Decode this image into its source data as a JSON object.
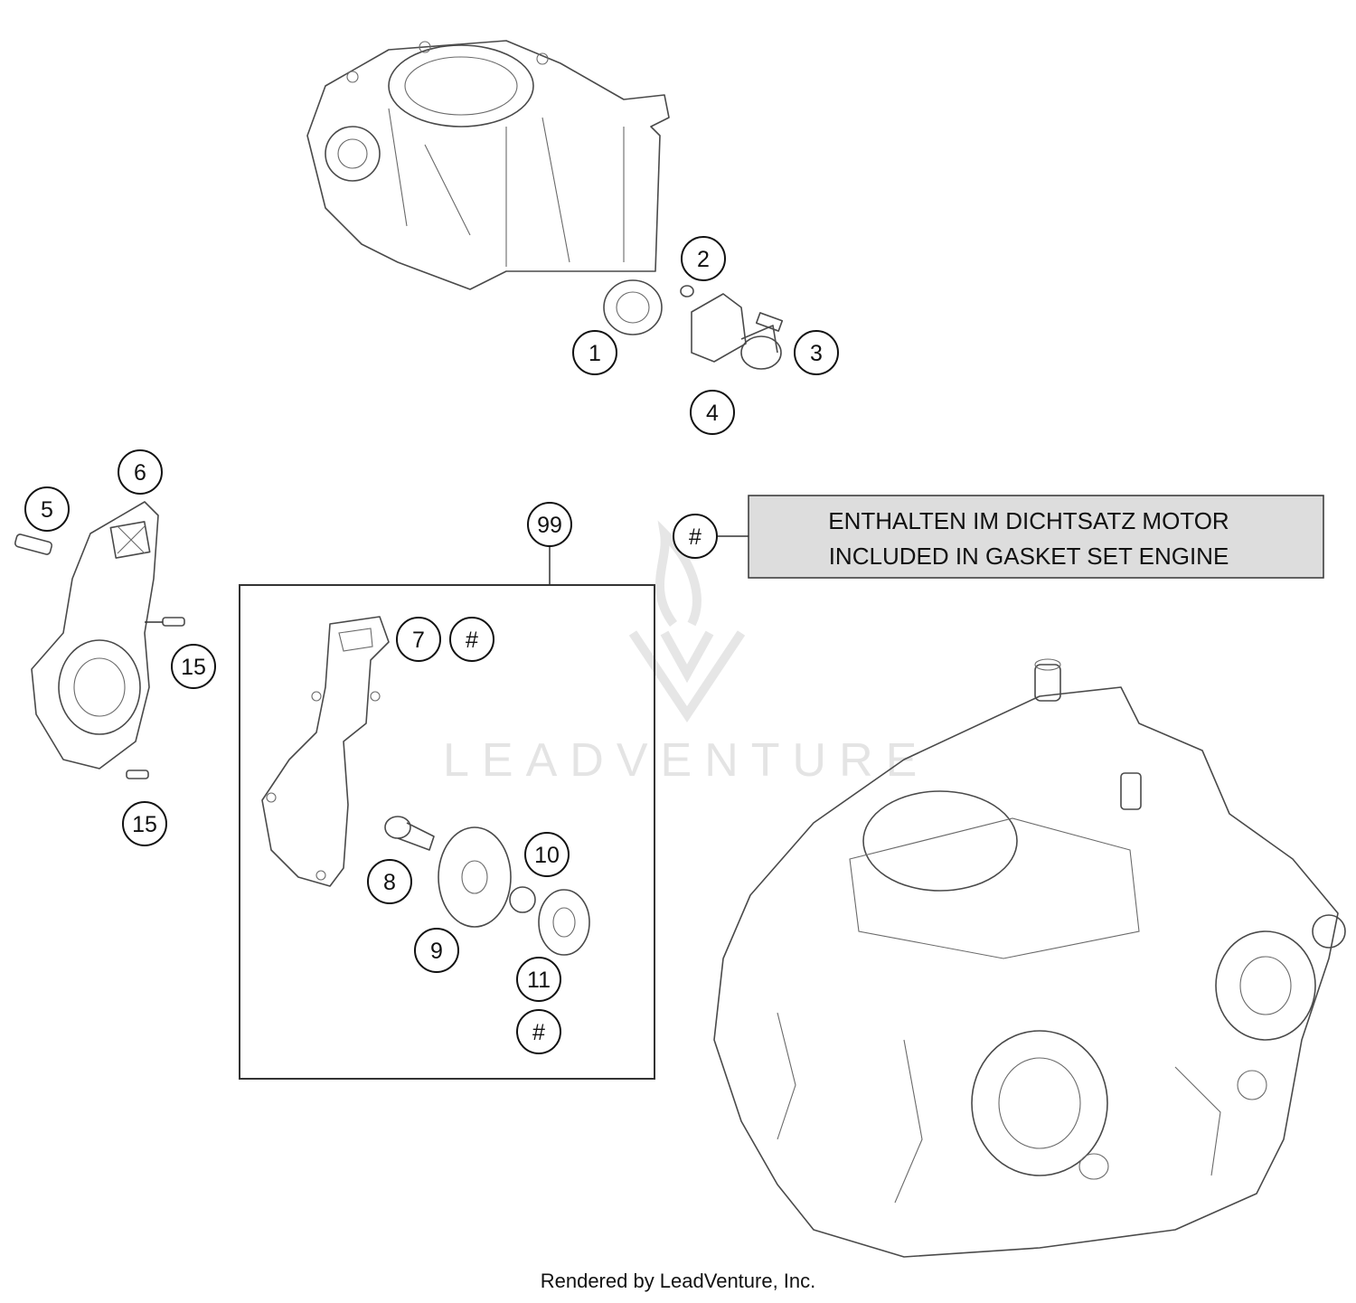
{
  "callouts": {
    "c1": "1",
    "c2": "2",
    "c3": "3",
    "c4": "4",
    "c5": "5",
    "c6": "6",
    "c7": "7",
    "c7hash": "#",
    "c8": "8",
    "c9": "9",
    "c10": "10",
    "c11": "11",
    "c11hash": "#",
    "c15a": "15",
    "c15b": "15",
    "c99": "99",
    "legend_hash": "#"
  },
  "legend": {
    "line1": "ENTHALTEN IM DICHTSATZ MOTOR",
    "line2": "INCLUDED IN GASKET SET ENGINE"
  },
  "watermark": {
    "text": "LEADVENTURE"
  },
  "footer": {
    "text": "Rendered by LeadVenture, Inc."
  }
}
